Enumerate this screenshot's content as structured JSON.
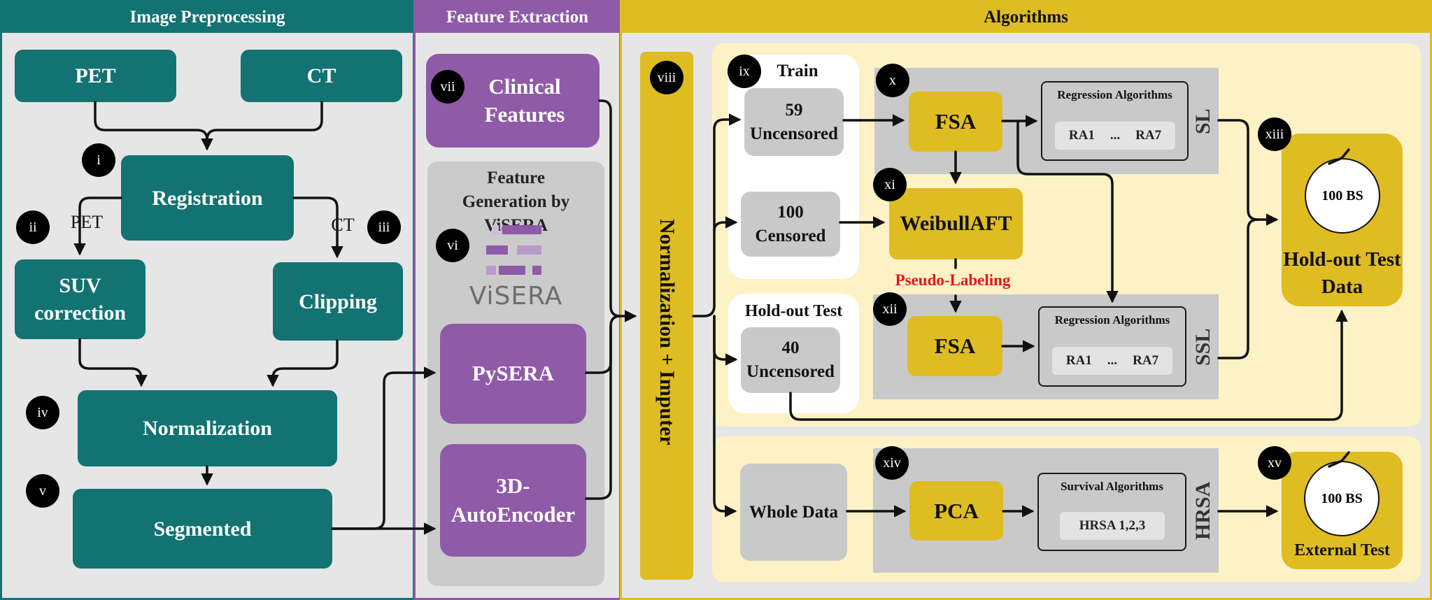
{
  "sections": {
    "preprocessing": "Image Preprocessing",
    "extraction": "Feature Extraction",
    "algorithms": "Algorithms"
  },
  "colors": {
    "teal": "#137272",
    "purple": "#8f5aa8",
    "yellow": "#dfbc22",
    "cream": "#fdf2c6",
    "grey": "#c9c9c9",
    "pseudo_label": "#e8141c"
  },
  "preprocessing": {
    "pet": "PET",
    "ct": "CT",
    "registration": "Registration",
    "pet_branch": "PET",
    "ct_branch": "CT",
    "suv_correction": "SUV correction",
    "clipping": "Clipping",
    "normalization": "Normalization",
    "segmented": "Segmented"
  },
  "extraction": {
    "clinical": "Clinical Features",
    "generation_title": "Feature Generation by ViSERA",
    "logo_text": "ViSERA",
    "pysera": "PySERA",
    "autoencoder": "3D-AutoEncoder"
  },
  "algorithms": {
    "normalization_imputer": "Normalization + Imputer",
    "train": "Train",
    "uncensored_59": "59 Uncensored",
    "censored_100": "100 Censored",
    "holdout_title": "Hold-out Test",
    "uncensored_40": "40 Uncensored",
    "fsa_top": "FSA",
    "fsa_bottom": "FSA",
    "weibull": "WeibullAFT",
    "pseudo_labeling": "Pseudo-Labeling",
    "reg_title_1": "Regression Algorithms",
    "reg_title_2": "Regression Algorithms",
    "ra1": "RA1",
    "dots": "...",
    "ra7": "RA7",
    "sl": "SL",
    "ssl": "SSL",
    "bs_1": "100 BS",
    "holdout_data": "Hold-out Test Data",
    "whole_data": "Whole Data",
    "pca": "PCA",
    "survival_title": "Survival Algorithms",
    "hrsa_chip": "HRSA 1,2,3",
    "hrsa": "HRSA",
    "bs_2": "100 BS",
    "external_test": "External Test"
  },
  "badges": {
    "i": "i",
    "ii": "ii",
    "iii": "iii",
    "iv": "iv",
    "v": "v",
    "vi": "vi",
    "vii": "vii",
    "viii": "viii",
    "ix": "ix",
    "x": "x",
    "xi": "xi",
    "xii": "xii",
    "xiii": "xiii",
    "xiv": "xiv",
    "xv": "xv"
  }
}
